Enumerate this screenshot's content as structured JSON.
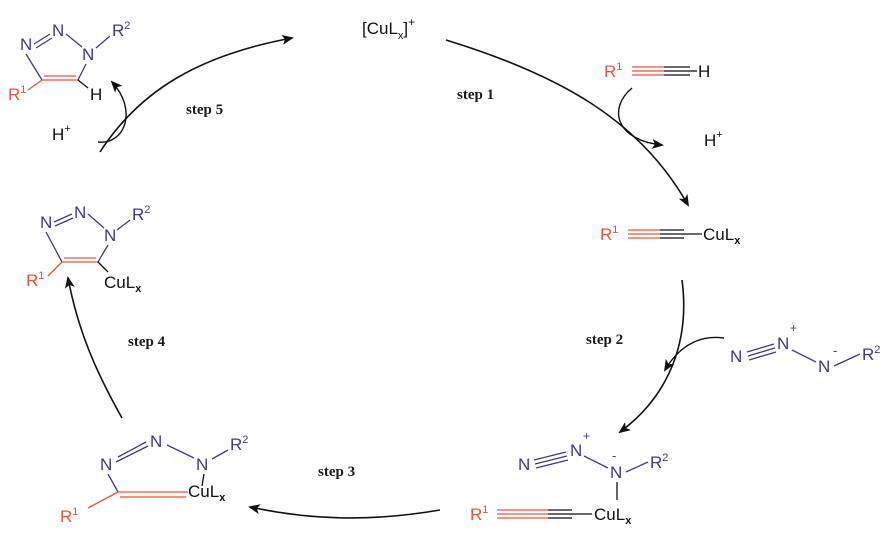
{
  "colors": {
    "nitrogen": "#3d3a8c",
    "substituent": "#e8553a",
    "ink": "#111111"
  },
  "catalyst": {
    "label": "[CuL",
    "sub": "x",
    "sup": "+"
  },
  "steps": {
    "s1": "step 1",
    "s2": "step 2",
    "s3": "step 3",
    "s4": "step 4",
    "s5": "step 5"
  },
  "labels": {
    "R": "R",
    "one": "1",
    "two": "2",
    "N": "N",
    "H": "H",
    "Hplus": "H",
    "plus": "+",
    "minus": "-",
    "CuL": "CuL",
    "x": "x"
  }
}
